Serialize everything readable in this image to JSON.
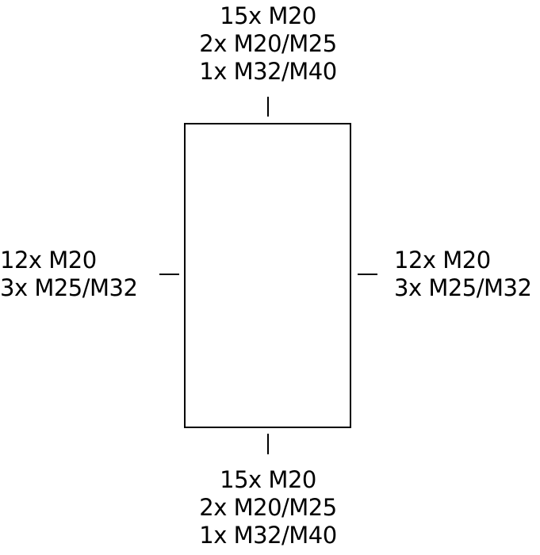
{
  "top": {
    "lines": [
      "15x M20",
      "2x M20/M25",
      "1x M32/M40"
    ]
  },
  "bottom": {
    "lines": [
      "15x M20",
      "2x M20/M25",
      "1x M32/M40"
    ]
  },
  "left": {
    "lines": [
      "12x M20",
      "3x M25/M32"
    ]
  },
  "right": {
    "lines": [
      "12x M20",
      "3x M25/M32"
    ]
  }
}
